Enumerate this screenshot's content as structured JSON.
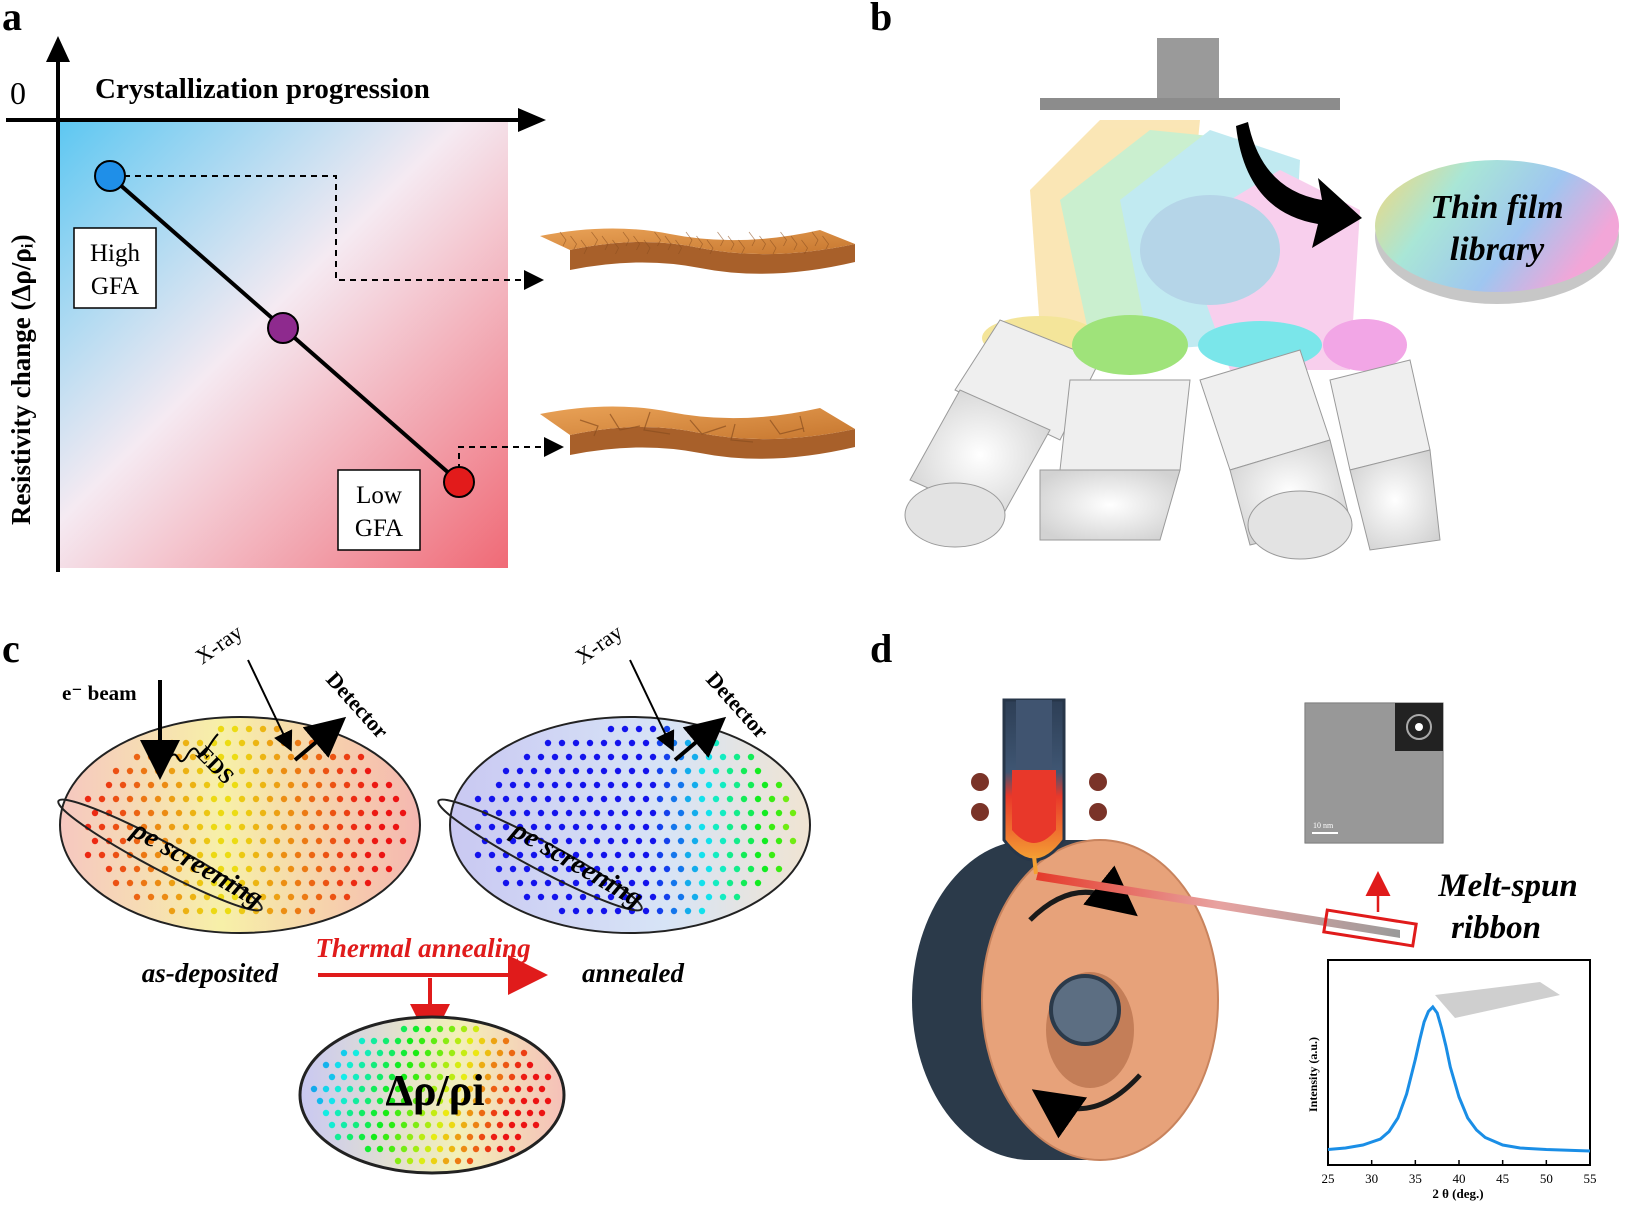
{
  "panels": {
    "a": {
      "letter": "a",
      "zero_label": "0",
      "x_axis_label": "Crystallization progression",
      "y_axis_label": "Resistivity change (Δρ/ρᵢ)",
      "high_label": [
        "High",
        "GFA"
      ],
      "low_label": [
        "Low",
        "GFA"
      ]
    },
    "b": {
      "letter": "b",
      "library_label": [
        "Thin film",
        "library"
      ]
    },
    "c": {
      "letter": "c",
      "ebeam_label": "e⁻ beam",
      "xray_label": "X-ray",
      "detector_label": "Detector",
      "eds_label": "EDS",
      "screening_label": "ρe screening",
      "as_deposited_label": "as-deposited",
      "annealed_label": "annealed",
      "annealing_label": "Thermal annealing",
      "delta_label": "Δρ/ρi"
    },
    "d": {
      "letter": "d",
      "ribbon_label": [
        "Melt-spun",
        "ribbon"
      ],
      "tem_scale_label": "10 nm"
    }
  },
  "colors": {
    "blue_dot": "#1f8fe8",
    "purple_dot": "#8e2a8e",
    "red_dot": "#e21b1b",
    "annealing_red": "#e01b1b",
    "xrd_line": "#1a8ee6",
    "wheel_copper": "#e7a27a",
    "wheel_side": "#2b3a4a"
  },
  "chart_data": {
    "type": "line",
    "title": "",
    "xlabel": "2 θ (deg.)",
    "ylabel": "Intensity (a.u.)",
    "xlim": [
      25,
      55
    ],
    "x_ticks": [
      25,
      30,
      35,
      40,
      45,
      50,
      55
    ],
    "series": [
      {
        "x": [
          25,
          27,
          29,
          31,
          32,
          33,
          34,
          35,
          35.5,
          36,
          36.5,
          37,
          37.5,
          38,
          38.5,
          39,
          40,
          41,
          42,
          43,
          45,
          47,
          50,
          55
        ],
        "y": [
          0.05,
          0.06,
          0.08,
          0.12,
          0.17,
          0.26,
          0.42,
          0.65,
          0.78,
          0.9,
          0.97,
          1.0,
          0.96,
          0.86,
          0.74,
          0.6,
          0.4,
          0.26,
          0.18,
          0.13,
          0.08,
          0.06,
          0.05,
          0.04
        ]
      }
    ]
  }
}
